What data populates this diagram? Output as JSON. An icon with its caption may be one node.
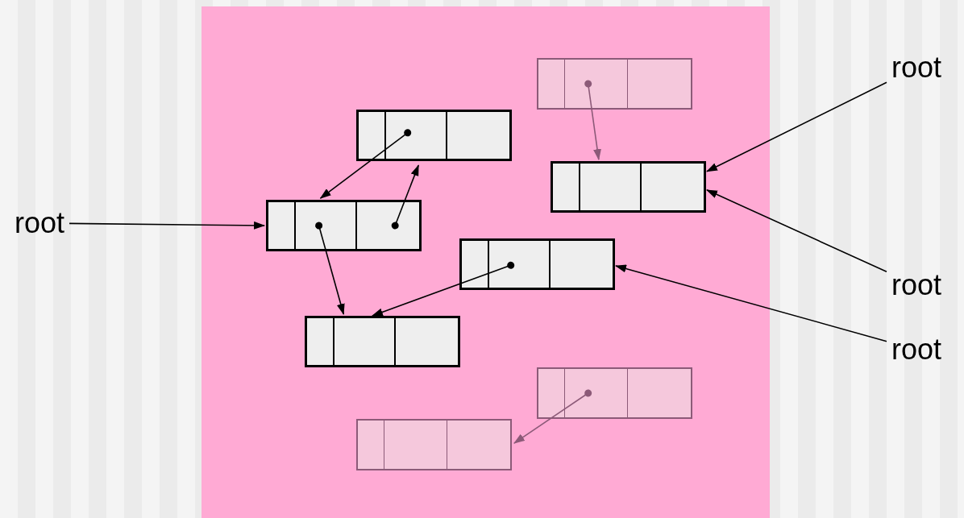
{
  "diagram": {
    "nodes": [
      {
        "text": [],
        "shape": "box"
      },
      {
        "text": [
          "root"
        ]
      },
      {
        "text": [],
        "shape": "box"
      },
      {
        "text": [],
        "shape": "box"
      },
      {
        "text": [
          "root"
        ]
      },
      {
        "text": [],
        "shape": "box"
      },
      {
        "text": [],
        "shape": "box"
      },
      {
        "text": [
          "root"
        ]
      },
      {
        "text": [],
        "shape": "box"
      },
      {
        "text": [
          "root"
        ]
      },
      {
        "text": [],
        "shape": "box"
      },
      {
        "text": [],
        "shape": "box"
      }
    ],
    "edges": [
      {
        "from": 4,
        "to": 5,
        "arrow": "to"
      },
      {
        "from": 1,
        "to": 3,
        "arrow": "to"
      },
      {
        "from": 7,
        "to": 3,
        "arrow": "to"
      },
      {
        "from": 9,
        "to": 6,
        "arrow": "to"
      },
      {
        "from": 0,
        "to": 3,
        "arrow": "to",
        "color": "#8c5a78"
      },
      {
        "from": 2,
        "to": 5,
        "arrow": "to"
      },
      {
        "from": 5,
        "to": 2,
        "arrow": "to"
      },
      {
        "from": 5,
        "to": 8,
        "arrow": "to"
      },
      {
        "from": 6,
        "to": 8,
        "arrow": "to"
      },
      {
        "from": 10,
        "to": 11,
        "arrow": "to",
        "color": "#8c5a78"
      }
    ]
  }
}
